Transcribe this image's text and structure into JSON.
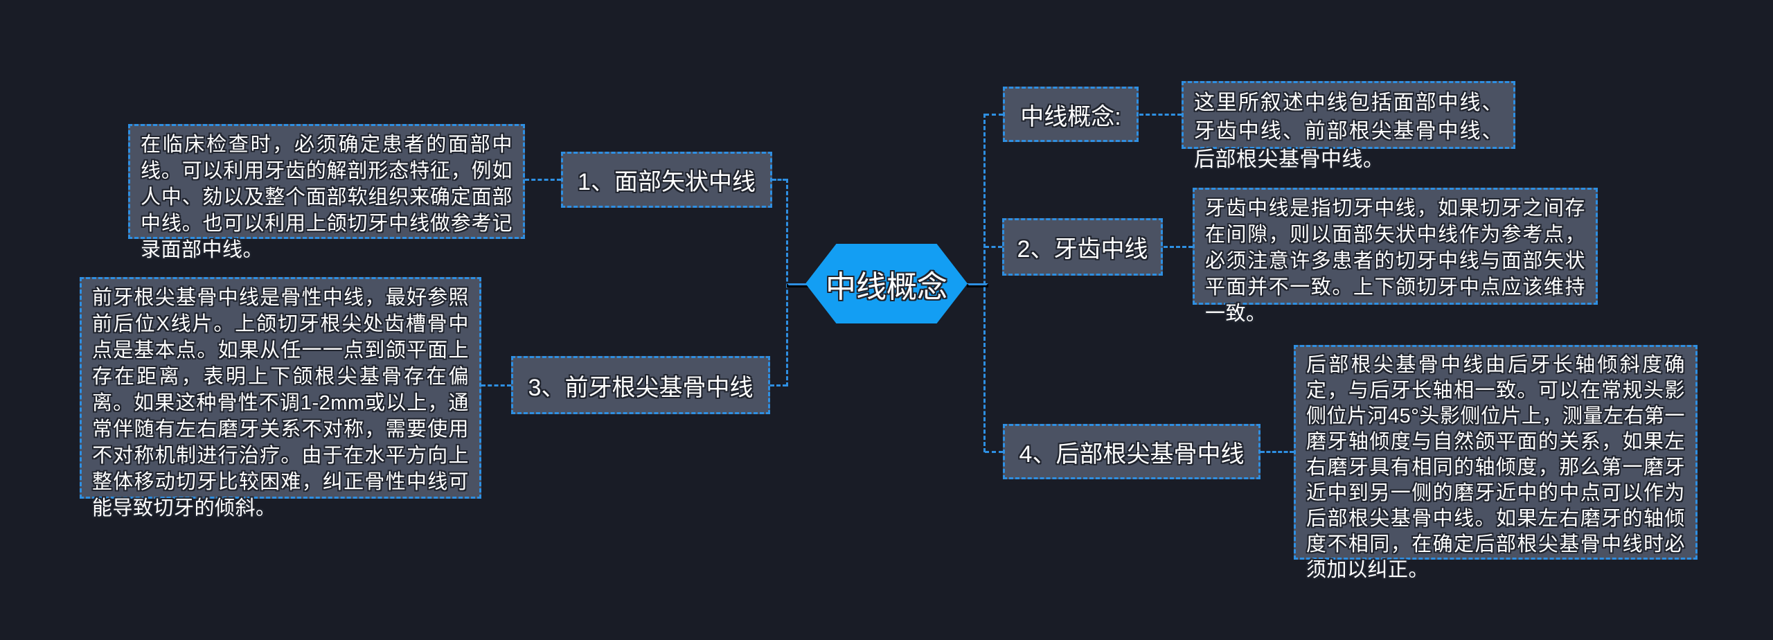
{
  "colors": {
    "background": "#191c26",
    "node_fill": "#4b5263",
    "border_blue": "#2e8fe2",
    "hexagon_blue": "#139ef3",
    "text": "#ffffff"
  },
  "central_node": {
    "label": "中线概念"
  },
  "nodes": {
    "face_sagittal": {
      "label": "1、面部矢状中线"
    },
    "concept": {
      "label": "中线概念:"
    },
    "tooth": {
      "label": "2、牙齿中线"
    },
    "anterior_apical": {
      "label": "3、前牙根尖基骨中线"
    },
    "posterior_apical": {
      "label": "4、后部根尖基骨中线"
    }
  },
  "notes": {
    "face_sagittal": "在临床检查时，必须确定患者的面部中线。可以利用牙齿的解剖形态特征，例如人中、劾以及整个面部软组织来确定面部中线。也可以利用上颌切牙中线做参考记录面部中线。",
    "concept": "这里所叙述中线包括面部中线、牙齿中线、前部根尖基骨中线、后部根尖基骨中线。",
    "tooth": "牙齿中线是指切牙中线，如果切牙之间存在间隙，则以面部矢状中线作为参考点，必须注意许多患者的切牙中线与面部矢状平面并不一致。上下颌切牙中点应该维持一致。",
    "anterior_apical": "前牙根尖基骨中线是骨性中线，最好参照前后位X线片。上颌切牙根尖处齿槽骨中点是基本点。如果从任一一点到颌平面上存在距离，表明上下颌根尖基骨存在偏离。如果这种骨性不调1-2mm或以上，通常伴随有左右磨牙关系不对称，需要使用不对称机制进行治疗。由于在水平方向上整体移动切牙比较困难，纠正骨性中线可能导致切牙的倾斜。",
    "posterior_apical": "后部根尖基骨中线由后牙长轴倾斜度确定，与后牙长轴相一致。可以在常规头影侧位片河45°头影侧位片上，测量左右第一磨牙轴倾度与自然颌平面的关系，如果左右磨牙具有相同的轴倾度，那么第一磨牙近中到另一侧的磨牙近中的中点可以作为后部根尖基骨中线。如果左右磨牙的轴倾度不相同，在确定后部根尖基骨中线时必须加以纠正。"
  }
}
